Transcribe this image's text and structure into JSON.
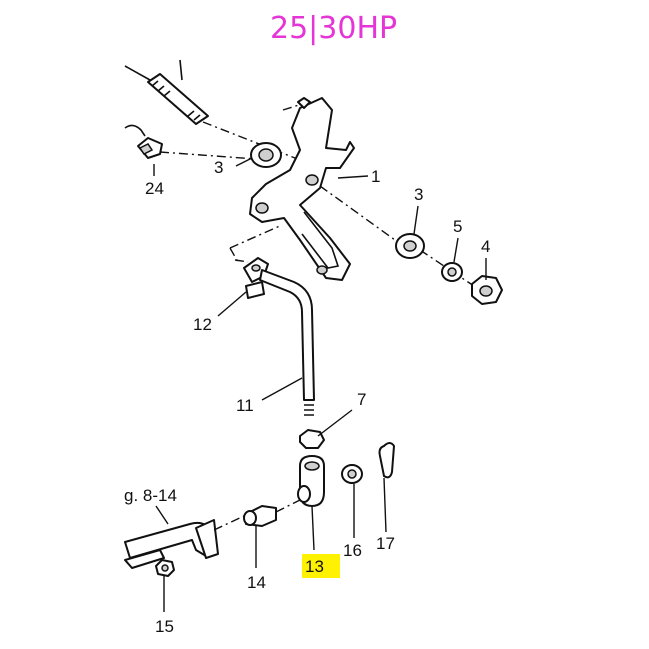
{
  "title": "25|30HP",
  "highlight_color": "#fff200",
  "title_color": "#e535d6",
  "callouts": [
    {
      "id": "label-1",
      "text": "1"
    },
    {
      "id": "label-3a",
      "text": "3"
    },
    {
      "id": "label-3b",
      "text": "3"
    },
    {
      "id": "label-4",
      "text": "4"
    },
    {
      "id": "label-5",
      "text": "5"
    },
    {
      "id": "label-7",
      "text": "7"
    },
    {
      "id": "label-11",
      "text": "11"
    },
    {
      "id": "label-12",
      "text": "12"
    },
    {
      "id": "label-13",
      "text": "13"
    },
    {
      "id": "label-14",
      "text": "14"
    },
    {
      "id": "label-15",
      "text": "15"
    },
    {
      "id": "label-16",
      "text": "16"
    },
    {
      "id": "label-17",
      "text": "17"
    },
    {
      "id": "label-24",
      "text": "24"
    }
  ],
  "reference": "g. 8-14"
}
